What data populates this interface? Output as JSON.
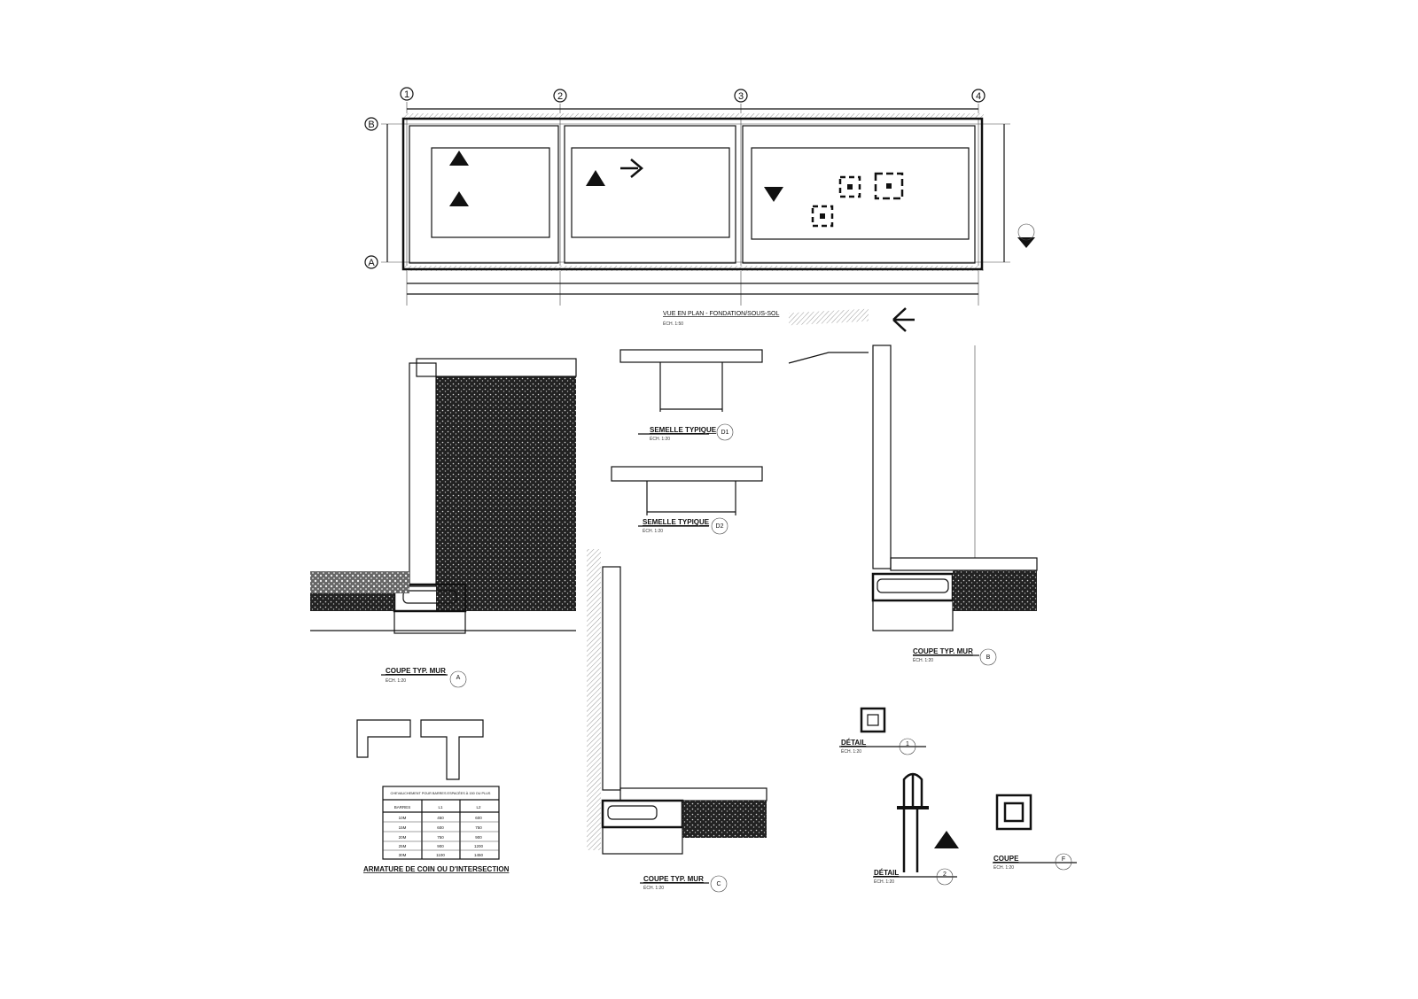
{
  "plan": {
    "title": "VUE EN PLAN - FONDATION/SOUS-SOL",
    "scale": "ÉCH. 1:50",
    "grid_columns": [
      "1",
      "2",
      "3",
      "4"
    ],
    "grid_rows": [
      "A",
      "B"
    ]
  },
  "footings": [
    {
      "title": "SEMELLE TYPIQUE",
      "tag": "D1",
      "scale": "ÉCH. 1:20"
    },
    {
      "title": "SEMELLE TYPIQUE",
      "tag": "D2",
      "scale": "ÉCH. 1:20"
    }
  ],
  "sections": [
    {
      "title": "COUPE TYP. MUR",
      "tag": "A",
      "scale": "ÉCH. 1:20"
    },
    {
      "title": "COUPE TYP. MUR",
      "tag": "B",
      "scale": "ÉCH. 1:20"
    },
    {
      "title": "COUPE TYP. MUR",
      "tag": "C",
      "scale": "ÉCH. 1:20"
    }
  ],
  "details": [
    {
      "title": "DÉTAIL",
      "tag": "1",
      "scale": "ÉCH. 1:20"
    },
    {
      "title": "DÉTAIL",
      "tag": "2",
      "scale": "ÉCH. 1:20"
    },
    {
      "title": "COUPE",
      "tag": "F",
      "scale": "ÉCH. 1:20"
    }
  ],
  "armature": {
    "title": "ARMATURE DE COIN OU D'INTERSECTION",
    "table": {
      "caption": "CHEVAUCHEMENT POUR BARRES ESPACÉES À 150 OU PLUS",
      "headers": [
        "BARRES",
        "L1",
        "L2"
      ],
      "rows": [
        [
          "10M",
          "450",
          "600"
        ],
        [
          "15M",
          "600",
          "750"
        ],
        [
          "20M",
          "750",
          "900"
        ],
        [
          "25M",
          "900",
          "1200"
        ],
        [
          "30M",
          "1100",
          "1450"
        ]
      ]
    }
  }
}
